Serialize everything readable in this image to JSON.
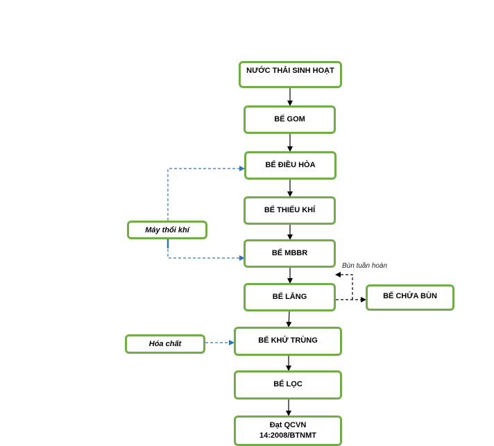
{
  "nodes": {
    "raw_wastewater": "NƯỚC THẢI  SINH HOẠT",
    "collection_tank": "BỂ GOM",
    "equalization_tank": "BỂ ĐIỀU HÒA",
    "anoxic_tank": "BỂ THIẾU KHÍ",
    "mbbr_tank": "BỂ MBBR",
    "settling_tank": "BỂ LẮNG",
    "disinfection_tank": "BỂ KHỬ TRÙNG",
    "filter_tank": "BỂ LỌC",
    "output_line1": "Đạt QCVN",
    "output_line2": "14:2008/BTNMT",
    "blower": "Máy thổi khí",
    "chemicals": "Hóa chất",
    "sludge_tank": "BỂ CHỨA BÙN"
  },
  "labels": {
    "sludge_recycle": "Bùn tuần hoàn"
  },
  "colors": {
    "box_border": "#70ad47",
    "main_arrow": "#000000",
    "air_arrow": "#2e75b6",
    "sludge_arrow": "#000000"
  }
}
